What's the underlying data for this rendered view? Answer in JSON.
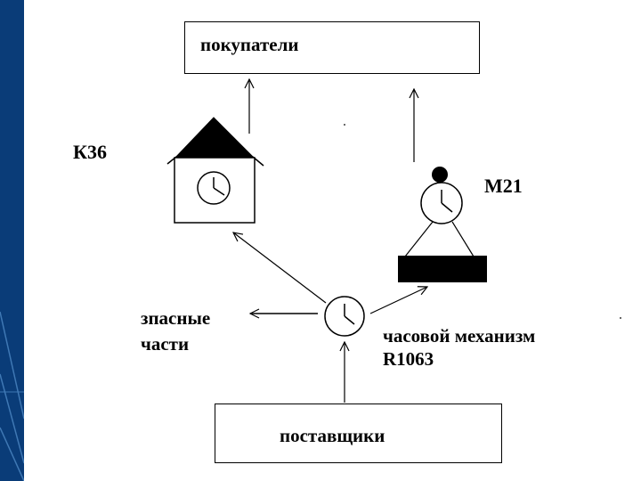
{
  "colors": {
    "sidebar": "#0a3c78",
    "sidebar_lines": "#3f78b4",
    "ink": "#000000",
    "paper": "#ffffff"
  },
  "nodes": {
    "buyers": "покупатели",
    "suppliers": "поставщики",
    "k36": "К36",
    "m21": "М21",
    "spare_parts_line1": "зпасные",
    "spare_parts_line2": "части",
    "mechanism_line1": "часовой механизм",
    "mechanism_line2": "R1063"
  },
  "icons": [
    "house-clock-icon",
    "figure-clock-icon",
    "clock-mechanism-icon"
  ]
}
